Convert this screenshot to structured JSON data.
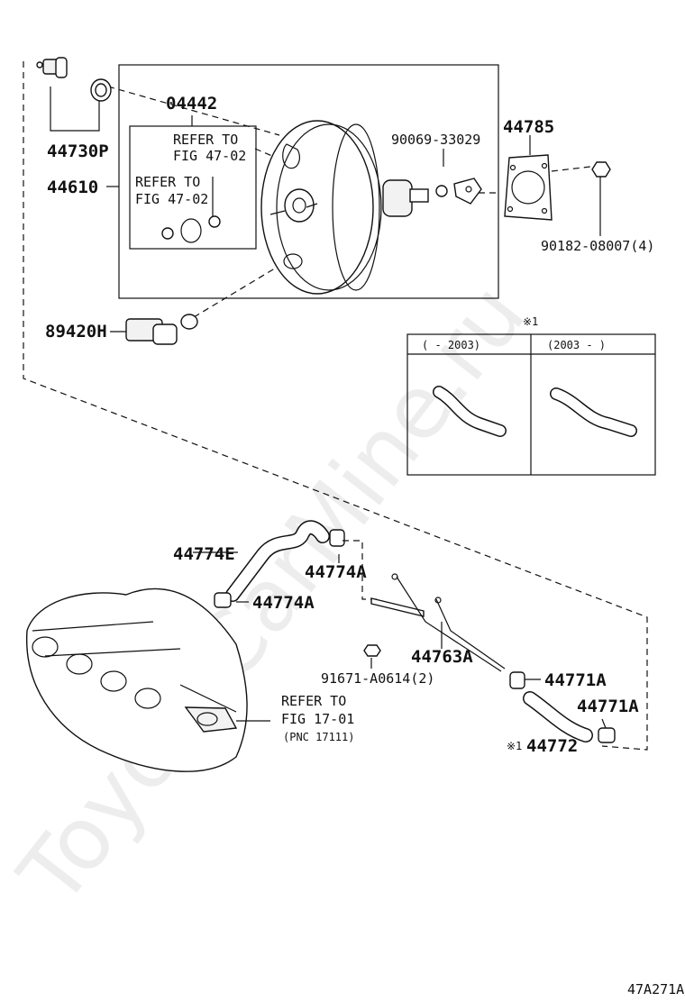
{
  "labels": {
    "p04442": "04442",
    "refer1a": "REFER TO",
    "refer1b": "FIG 47-02",
    "refer2a": "REFER TO",
    "refer2b": "FIG 47-02",
    "p44730P": "44730P",
    "p44610": "44610",
    "p89420H": "89420H",
    "p90069": "90069-33029",
    "p44785": "44785",
    "p90182": "90182-08007(4)",
    "note_mark": "※1",
    "col1": "(     - 2003)",
    "col2": "(2003 -     )",
    "p44774E": "44774E",
    "p44774A_1": "44774A",
    "p44774A_2": "44774A",
    "p44763A": "44763A",
    "p91671": "91671-A0614(2)",
    "p44771A_1": "44771A",
    "p44771A_2": "44771A",
    "p44772_mark": "※1",
    "p44772": "44772",
    "refer3a": "REFER TO",
    "refer3b": "FIG 17-01",
    "refer3c": "(PNC 17111)",
    "fig_id": "47A271A"
  },
  "watermark": "ToyotaCarMine.ru"
}
